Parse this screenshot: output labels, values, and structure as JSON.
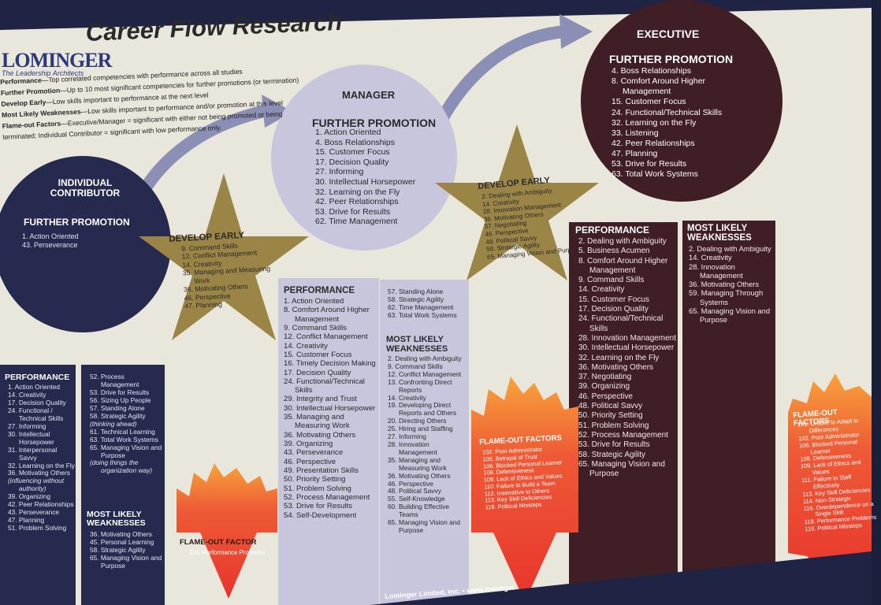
{
  "header": {
    "logo_name": "LOMINGER",
    "logo_tagline": "The Leadership Architects",
    "title": "Career Flow Research"
  },
  "legend": [
    {
      "term": "Performance",
      "desc": "—Top correlated competencies with performance across all studies"
    },
    {
      "term": "Further Promotion",
      "desc": "—Up to 10 most significant competencies for further promotions (or termination)"
    },
    {
      "term": "Develop Early",
      "desc": "—Low skills important to performance at the next level"
    },
    {
      "term": "Most Likely Weaknesses",
      "desc": "—Low skills important to performance and/or promotion at this level"
    },
    {
      "term": "Flame-out Factors",
      "desc": "—Executive/Manager = significant with either not being promoted or being terminated; Individual Contributor = significant with low performance only."
    }
  ],
  "individual_contributor": {
    "title": "INDIVIDUAL CONTRIBUTOR",
    "further_promotion_title": "FURTHER PROMOTION",
    "further_promotion": [
      "1. Action Oriented",
      "43. Perseverance"
    ],
    "develop_early_title": "DEVELOP EARLY",
    "develop_early": [
      "9. Command Skills",
      "12. Conflict Management",
      "14. Creativity",
      "35. Managing and Measuring Work",
      "36. Motivating Others",
      "46. Perspective",
      "47. Planning"
    ],
    "performance_title": "PERFORMANCE",
    "performance": [
      "1. Action Oriented",
      "14. Creativity",
      "17. Decision Quality",
      "24. Functional / Technical Skills",
      "27. Informing",
      "30. Intellectual Horsepower",
      "31. Interpersonal Savvy",
      "32. Learning on the Fly",
      "36. Motivating Others",
      "(influencing without authority)",
      "39. Organizing",
      "42. Peer Relationships",
      "43. Perseverance",
      "47. Planning",
      "51. Problem Solving"
    ],
    "performance_2": [
      "52. Process Management",
      "53. Drive for Results",
      "56. Sizing Up People",
      "57. Standing Alone",
      "58. Strategic Agility",
      "(thinking ahead)",
      "61. Technical Learning",
      "63. Total Work Systems",
      "65. Managing Vision and Purpose",
      "(doing things the organization way)"
    ],
    "weaknesses_title": "MOST LIKELY WEAKNESSES",
    "weaknesses": [
      "36. Motivating Others",
      "45. Personal Learning",
      "58. Strategic Agility",
      "65. Managing Vision and Purpose"
    ],
    "flameout_title": "FLAME-OUT FACTOR",
    "flameout": [
      "118. Performance Problems"
    ]
  },
  "manager": {
    "title": "MANAGER",
    "further_promotion_title": "FURTHER PROMOTION",
    "further_promotion": [
      "1. Action Oriented",
      "4. Boss Relationships",
      "15. Customer Focus",
      "17. Decision Quality",
      "27. Informing",
      "30. Intellectual Horsepower",
      "32. Learning on the Fly",
      "42. Peer Relationships",
      "53. Drive for Results",
      "62. Time Management"
    ],
    "develop_early_title": "DEVELOP EARLY",
    "develop_early": [
      "2. Dealing with Ambiguity",
      "14. Creativity",
      "28. Innovation Management",
      "36. Motivating Others",
      "37. Negotiating",
      "46. Perspective",
      "48. Political Savvy",
      "58. Strategic Agility",
      "65. Managing Vision and Purpose"
    ],
    "performance_title": "PERFORMANCE",
    "performance": [
      "1. Action Oriented",
      "8. Comfort Around Higher Management",
      "9. Command Skills",
      "12. Conflict Management",
      "14. Creativity",
      "15. Customer Focus",
      "16. Timely Decision Making",
      "17. Decision Quality",
      "24. Functional/Technical Skills",
      "29. Integrity and Trust",
      "30. Intellectual Horsepower",
      "35. Managing and Measuring Work",
      "36. Motivating Others",
      "39. Organizing",
      "43. Perseverance",
      "46. Perspective",
      "49. Presentation Skills",
      "50. Priority Setting",
      "51. Problem Solving",
      "52. Process Management",
      "53. Drive for Results",
      "54. Self-Development"
    ],
    "performance_2": [
      "57. Standing Alone",
      "58. Strategic Agility",
      "62. Time Management",
      "63. Total Work Systems"
    ],
    "weaknesses_title": "MOST LIKELY WEAKNESSES",
    "weaknesses": [
      "2. Dealing with Ambiguity",
      "9. Command Skills",
      "12. Conflict Management",
      "13. Confronting Direct Reports",
      "14. Creativity",
      "19. Developing Direct Reports and Others",
      "20. Directing Others",
      "25. Hiring and Staffing",
      "27. Informing",
      "28. Innovation Management",
      "35. Managing and Measuring Work",
      "36. Motivating Others",
      "46. Perspective",
      "48. Political Savvy",
      "55. Self-Knowledge",
      "60. Building Effective Teams",
      "65. Managing Vision and Purpose"
    ],
    "flameout_title": "FLAME-OUT FACTORS",
    "flameout": [
      "102. Poor Administrator",
      "105. Betrayal of Trust",
      "106. Blocked Personal Learner",
      "108. Defensiveness",
      "109. Lack of Ethics and Values",
      "110. Failure to Build a Team",
      "112. Insensitive to Others",
      "113. Key Skill Deficiencies",
      "119. Political Missteps"
    ]
  },
  "executive": {
    "title": "EXECUTIVE",
    "further_promotion_title": "FURTHER PROMOTION",
    "further_promotion": [
      "4. Boss Relationships",
      "8. Comfort Around Higher Management",
      "15. Customer Focus",
      "24. Functional/Technical Skills",
      "32. Learning on the Fly",
      "33. Listening",
      "42. Peer Relationships",
      "47. Planning",
      "53. Drive for Results",
      "63. Total Work Systems"
    ],
    "performance_title": "PERFORMANCE",
    "performance": [
      "2. Dealing with Ambiguity",
      "5. Business Acumen",
      "8. Comfort Around Higher Management",
      "9. Command Skills",
      "14. Creativity",
      "15. Customer Focus",
      "17. Decision Quality",
      "24. Functional/Technical Skills",
      "28. Innovation Management",
      "30. Intellectual Horsepower",
      "32. Learning on the Fly",
      "36. Motivating Others",
      "37. Negotiating",
      "39. Organizing",
      "46. Perspective",
      "48. Political Savvy",
      "50. Priority Setting",
      "51. Problem Solving",
      "52. Process Management",
      "53. Drive for Results",
      "58. Strategic Agility",
      "65. Managing Vision and Purpose"
    ],
    "weaknesses_title": "MOST LIKELY WEAKNESSES",
    "weaknesses": [
      "2. Dealing with Ambiguity",
      "14. Creativity",
      "28. Innovation Management",
      "36. Motivating Others",
      "59. Managing Through Systems",
      "65. Managing Vision and Purpose"
    ],
    "flameout_title": "FLAME-OUT FACTORS",
    "flameout": [
      "101. Unable to Adapt to Differences",
      "102. Poor Administrator",
      "106. Blocked Personal Learner",
      "108. Defensiveness",
      "109. Lack of Ethics and Values",
      "111. Failure to Staff Effectively",
      "113. Key Skill Deficiencies",
      "114. Non-Strategic",
      "116. Overdependence on a Single Skill",
      "118. Performance Problems",
      "119. Political Missteps"
    ]
  },
  "footer": {
    "text": "Lominger Limited, Inc. • www.lominger"
  },
  "colors": {
    "navy": "#252a4e",
    "lavender": "#c7c6dc",
    "maroon": "#3f1f25",
    "gold": "#9a8446",
    "flame": "#e8473a",
    "paper": "#e9e7dc"
  }
}
